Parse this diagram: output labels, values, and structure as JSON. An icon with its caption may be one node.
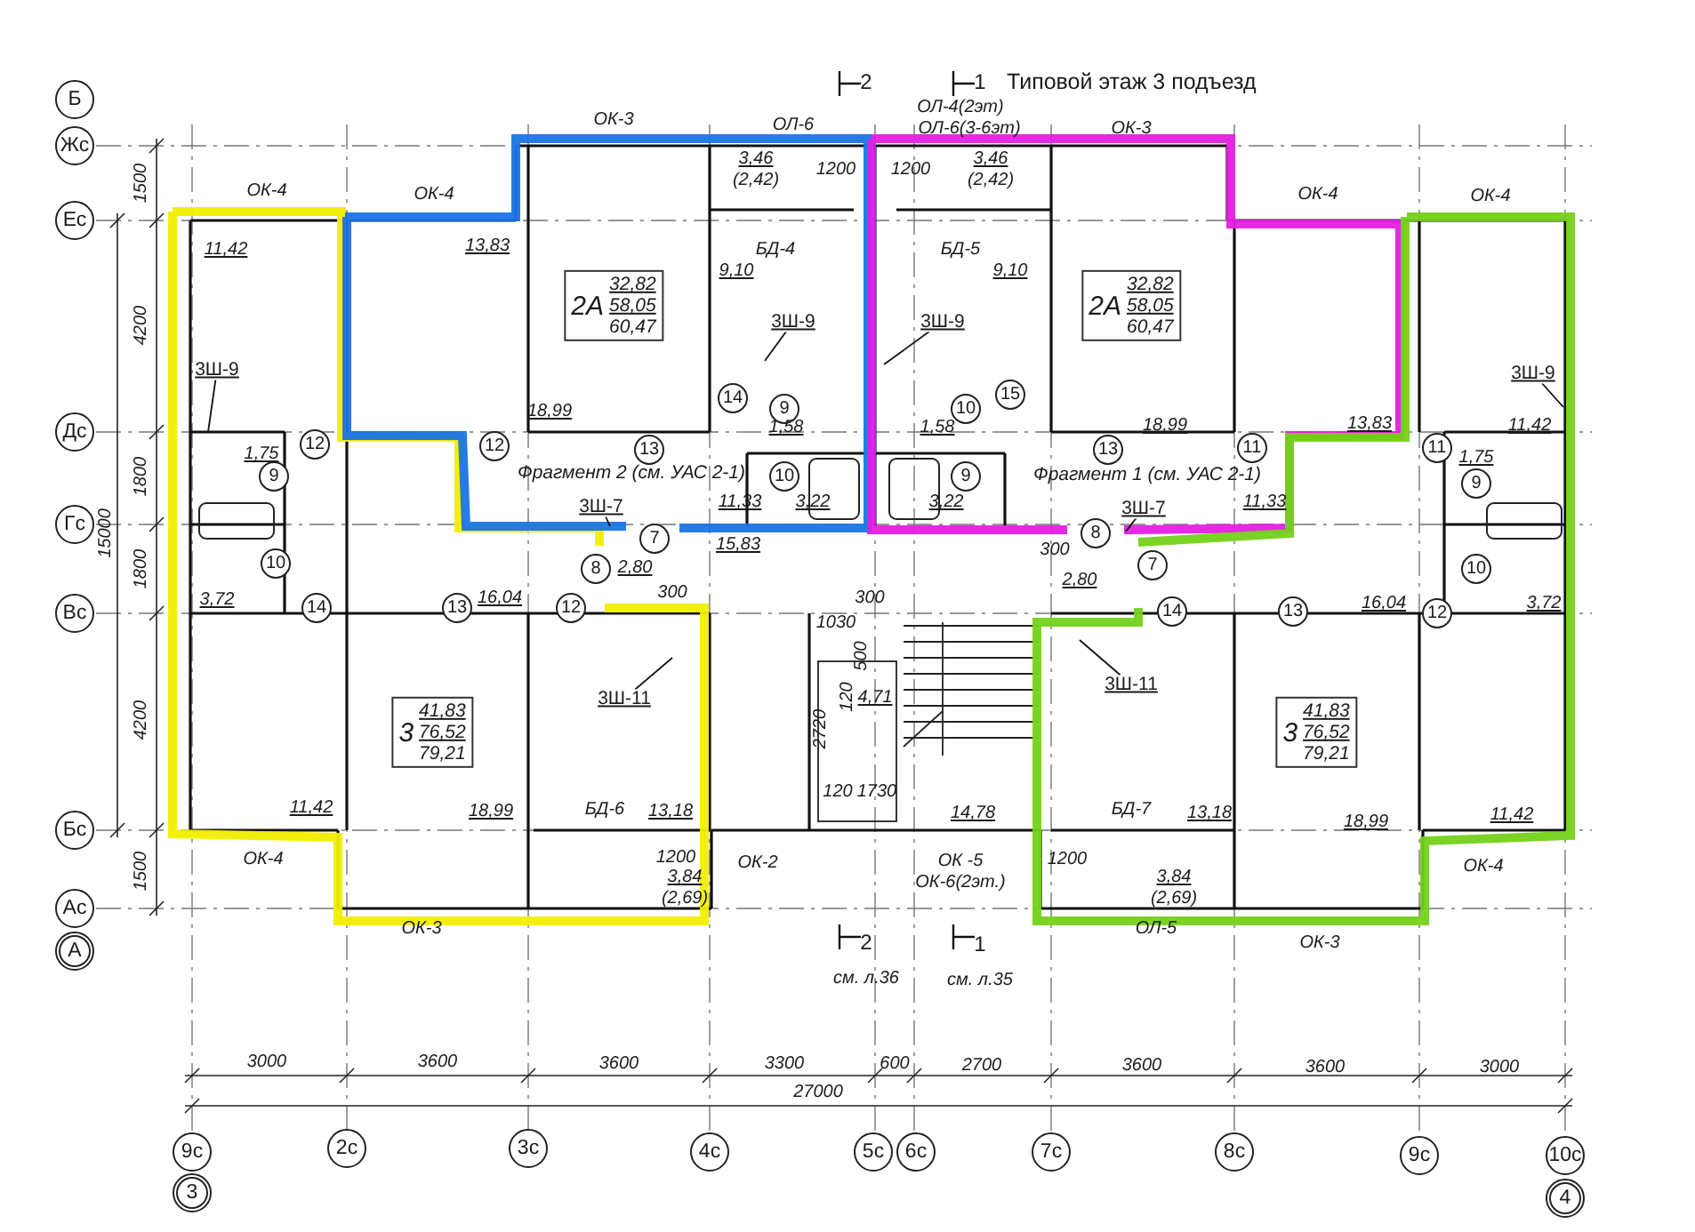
{
  "diagram": {
    "title": "Типовой этаж 3 подъезд",
    "nodes": [
      {
        "text": [
          "Б"
        ]
      },
      {
        "text": [
          "Жс"
        ]
      },
      {
        "text": [
          "Ес"
        ]
      },
      {
        "text": [
          "Дс"
        ]
      },
      {
        "text": [
          "Гс"
        ]
      },
      {
        "text": [
          "Вс"
        ]
      },
      {
        "text": [
          "Бс"
        ]
      },
      {
        "text": [
          "Ас"
        ]
      },
      {
        "text": [
          "А"
        ]
      },
      {
        "text": [
          "2А",
          "32,82",
          "58,05",
          "60,47"
        ]
      },
      {
        "text": [
          "2А",
          "32,82",
          "58,05",
          "60,47"
        ]
      },
      {
        "text": [
          "3",
          "41,83",
          "76,52",
          "79,21"
        ]
      },
      {
        "text": [
          "3",
          "41,83",
          "76,52",
          "79,21"
        ]
      },
      {
        "text": [
          "12"
        ]
      },
      {
        "text": [
          "9"
        ]
      },
      {
        "text": [
          "10"
        ]
      },
      {
        "text": [
          "14"
        ]
      },
      {
        "text": [
          "12"
        ]
      },
      {
        "text": [
          "13"
        ]
      },
      {
        "text": [
          "14"
        ]
      },
      {
        "text": [
          "9"
        ]
      },
      {
        "text": [
          "10"
        ]
      },
      {
        "text": [
          "7"
        ]
      },
      {
        "text": [
          "8"
        ]
      },
      {
        "text": [
          "15"
        ]
      },
      {
        "text": [
          "10"
        ]
      },
      {
        "text": [
          "9"
        ]
      },
      {
        "text": [
          "13"
        ]
      },
      {
        "text": [
          "11"
        ]
      },
      {
        "text": [
          "11"
        ]
      },
      {
        "text": [
          "9"
        ]
      },
      {
        "text": [
          "8"
        ]
      },
      {
        "text": [
          "7"
        ]
      },
      {
        "text": [
          "10"
        ]
      },
      {
        "text": [
          "13"
        ]
      },
      {
        "text": [
          "12"
        ]
      },
      {
        "text": [
          "14"
        ]
      },
      {
        "text": [
          "13"
        ]
      },
      {
        "text": [
          "12"
        ]
      },
      {
        "text": [
          "3Ш-9"
        ]
      },
      {
        "text": [
          "3Ш-9"
        ]
      },
      {
        "text": [
          "3Ш-9"
        ]
      },
      {
        "text": [
          "3Ш-9"
        ]
      },
      {
        "text": [
          "3Ш-7"
        ]
      },
      {
        "text": [
          "3Ш-7"
        ]
      },
      {
        "text": [
          "3Ш-11"
        ]
      },
      {
        "text": [
          "3Ш-11"
        ]
      },
      {
        "text": [
          "9с"
        ]
      },
      {
        "text": [
          "3"
        ]
      },
      {
        "text": [
          "2с"
        ]
      },
      {
        "text": [
          "3с"
        ]
      },
      {
        "text": [
          "4с"
        ]
      },
      {
        "text": [
          "5с"
        ]
      },
      {
        "text": [
          "6с"
        ]
      },
      {
        "text": [
          "7с"
        ]
      },
      {
        "text": [
          "8с"
        ]
      },
      {
        "text": [
          "9с"
        ]
      },
      {
        "text": [
          "10с"
        ]
      },
      {
        "text": [
          "4"
        ]
      }
    ],
    "edges": [
      {
        "from": 39,
        "to": null,
        "arrow": "none"
      },
      {
        "from": 40,
        "to": null,
        "arrow": "none"
      },
      {
        "from": 41,
        "to": null,
        "arrow": "none"
      },
      {
        "from": 42,
        "to": null,
        "arrow": "none"
      },
      {
        "from": 43,
        "to": null,
        "arrow": "none"
      },
      {
        "from": 44,
        "to": null,
        "arrow": "none"
      },
      {
        "from": 45,
        "to": null,
        "arrow": "none"
      },
      {
        "from": 46,
        "to": null,
        "arrow": "none"
      }
    ],
    "labels": [
      "2",
      "1",
      "ОЛ-4(2эт)",
      "ОК-3",
      "ОЛ-6",
      "ОЛ-6(3-6эт)",
      "ОК-3",
      "3,46",
      "(2,42)",
      "1200",
      "1200",
      "3,46",
      "(2,42)",
      "1500",
      "ОК-4",
      "ОК-4",
      "ОК-4",
      "ОК-4",
      "11,42",
      "13,83",
      "БД-4",
      "БД-5",
      "9,10",
      "9,10",
      "4200",
      "18,99",
      "1,58",
      "1,58",
      "18,99",
      "13,83",
      "11,42",
      "1,75",
      "1,75",
      "Фрагмент 2 (см. УАС 2-1)",
      "Фрагмент 1 (см. УАС 2-1)",
      "1800",
      "11,33",
      "3,22",
      "3,22",
      "11,33",
      "15,83",
      "300",
      "1800",
      "15000",
      "2,80",
      "2,80",
      "3,72",
      "16,04",
      "300",
      "300",
      "16,04",
      "3,72",
      "1030",
      "500",
      "120",
      "4,71",
      "4200",
      "2720",
      "120",
      "1730",
      "11,42",
      "18,99",
      "БД-6",
      "13,18",
      "14,78",
      "БД-7",
      "13,18",
      "18,99",
      "11,42",
      "ОК-4",
      "1200",
      "ОК-2",
      "ОК -5",
      "1200",
      "ОК-4",
      "1500",
      "3,84",
      "ОК-6(2эт.)",
      "3,84",
      "(2,69)",
      "(2,69)",
      "ОК-3",
      "2",
      "1",
      "ОЛ-5",
      "ОК-3",
      "см. л.36",
      "см. л.35",
      "3000",
      "3600",
      "3600",
      "3300",
      "600",
      "2700",
      "3600",
      "3600",
      "3000",
      "27000"
    ]
  }
}
